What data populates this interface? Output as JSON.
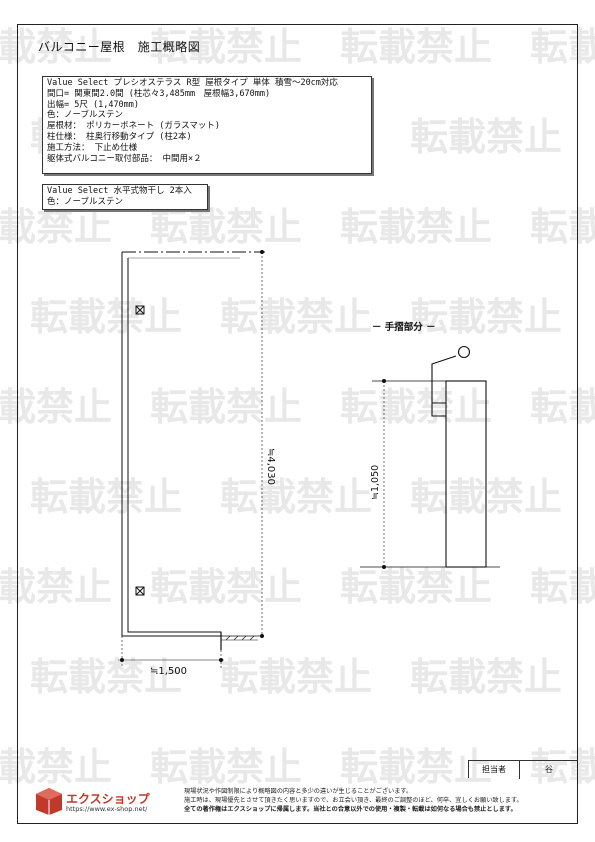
{
  "header": {
    "title": "バルコニー屋根　施工概略図"
  },
  "spec": {
    "lines": [
      "Value Select プレシオステラス R型 屋根タイプ 単体 積雪～20cm対応",
      "間口= 関東間2.0間 (柱芯々3,485mm　屋根幅3,670mm)",
      "出幅= 5尺 (1,470mm)",
      "色：ノーブルステン",
      "屋根材： ポリカーボネート (ガラスマット)",
      "柱仕様： 柱奥行移動タイプ (柱2本)",
      "施工方法： 下止め仕様",
      "躯体式バルコニー取付部品： 中間用×２"
    ]
  },
  "spec2": {
    "lines": [
      "Value Select 水平式物干し 2本入",
      "色：ノーブルステン"
    ]
  },
  "drawing": {
    "height_label": "≒4,030",
    "width_label": "≒1,500",
    "handrail_label": "－ 手摺部分 －",
    "handrail_height_label": "≒1,050"
  },
  "watermark": {
    "text": "転載禁止"
  },
  "footer": {
    "person_label": "担当者",
    "person_name": "谷",
    "company": "エクスショップ",
    "url": "https://www.ex-shop.net/",
    "notes": [
      "現場状況や作図制限により概略図の内容と多少の違いが生じることがございます。",
      "施工時は、現場優先とさせて頂きたく思いますので、お立会い頂き、最終のご調整のほど、何卒、宜しくお願い致します。",
      "全ての著作権はエクスショップに帰属します。当社との合意以外での使用・複製・転載は如何なる場合も禁止とします。"
    ]
  }
}
